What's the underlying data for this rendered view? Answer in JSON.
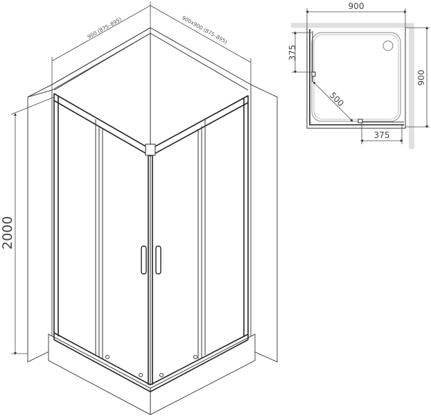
{
  "diagram": {
    "isometric_view": {
      "width_label": "900 (875–895)",
      "depth_label": "900x900 (875–895)",
      "height_label": "2000"
    },
    "plan_view": {
      "top_width_label": "900",
      "side_depth_label": "900",
      "left_offset_label": "375",
      "bottom_offset_label": "375",
      "entrance_diagonal_label": "500"
    },
    "colors": {
      "line": "#333333",
      "wall_fill": "#e0e0e0"
    }
  }
}
